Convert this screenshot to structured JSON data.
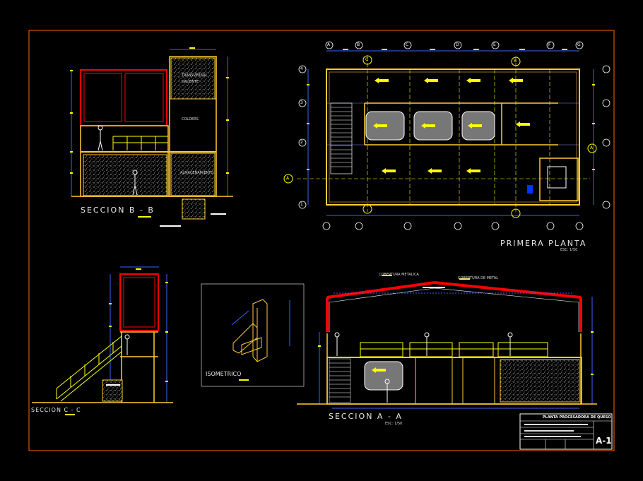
{
  "views": {
    "seccion_bb": {
      "title": "SECCION  B - B",
      "labels": {
        "r1": "TRANSVERSAL",
        "r2": "CALIENTE",
        "r3": "COLDERS",
        "r4": "ALMACENAMIENTO"
      }
    },
    "primera_planta": {
      "title": "PRIMERA  PLANTA",
      "scale": "ESC: 1/50",
      "grid_cols": [
        "A",
        "B",
        "C",
        "D",
        "E",
        "F",
        "G"
      ],
      "grid_rows": [
        "4",
        "3",
        "2",
        "1"
      ],
      "section_marks": [
        "C",
        "B",
        "A",
        "A"
      ]
    },
    "seccion_cc": {
      "title": "SECCION  C - C"
    },
    "isometrico": {
      "title": "ISOMETRICO"
    },
    "seccion_aa": {
      "title": "SECCION  A - A",
      "scale": "ESC: 1/50",
      "labels": {
        "l1": "COBERTURA METALICA",
        "l2": "COBERTURA DE METAL"
      }
    }
  },
  "title_block": {
    "project": "PLANTA PROCESADORA DE QUESO",
    "sheet_code": "A-1"
  },
  "colors": {
    "background": "#000000",
    "frame": "#ff6600",
    "wall": "#ffff00",
    "dim": "#3366ff",
    "red": "#ff0000",
    "white": "#ffffff",
    "grid": "#ffff00"
  }
}
